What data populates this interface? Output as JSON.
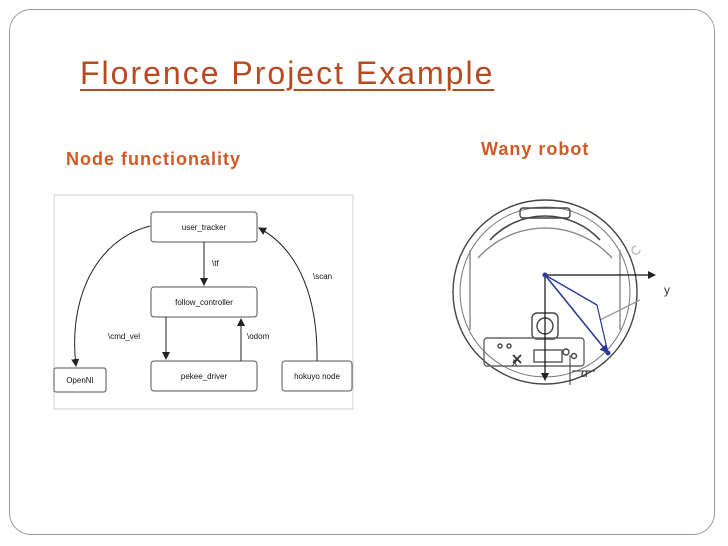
{
  "slide": {
    "title": "Florence Project Example",
    "left_heading": "Node functionality",
    "right_heading": "Wany robot"
  },
  "colors": {
    "title": "#b84a22",
    "heading": "#cf5a28",
    "arrow_blue": "#2a3a9a"
  },
  "diagram": {
    "nodes": {
      "user_tracker": "user_tracker",
      "follow_controller": "follow_controller",
      "pekee_driver": "pekee_driver",
      "hokuyo": "hokuyo node",
      "openni": "OpenNI"
    },
    "edges": {
      "tf": "\\tf",
      "scan": "\\scan",
      "cmd_vel": "\\cmd_vel",
      "odom": "\\odom"
    }
  },
  "robot": {
    "axis_y": "y",
    "axis_x": "x",
    "angle": "α"
  }
}
